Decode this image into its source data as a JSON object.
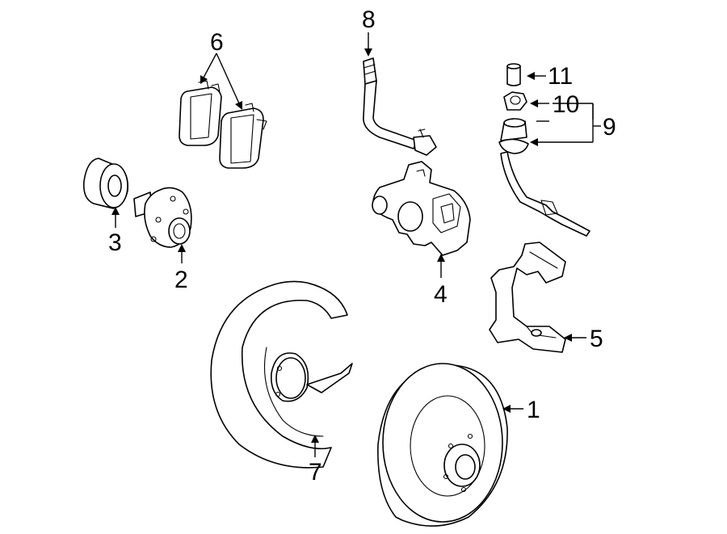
{
  "callouts": {
    "rotor": "1",
    "hub": "2",
    "bearing": "3",
    "caliper": "4",
    "bracket": "5",
    "pads": "6",
    "shield": "7",
    "hose": "8",
    "sensor": "9",
    "nut": "10",
    "cap": "11"
  },
  "colors": {
    "line": "#000000",
    "background": "#ffffff"
  },
  "icons": {
    "rotor": "brake-rotor-icon",
    "hub": "wheel-hub-icon",
    "bearing": "wheel-bearing-icon",
    "caliper": "brake-caliper-icon",
    "bracket": "caliper-bracket-icon",
    "pads": "brake-pads-icon",
    "shield": "splash-shield-icon",
    "hose": "brake-hose-icon",
    "sensor": "wear-sensor-icon",
    "nut": "bleeder-nut-icon",
    "cap": "dust-cap-icon"
  }
}
